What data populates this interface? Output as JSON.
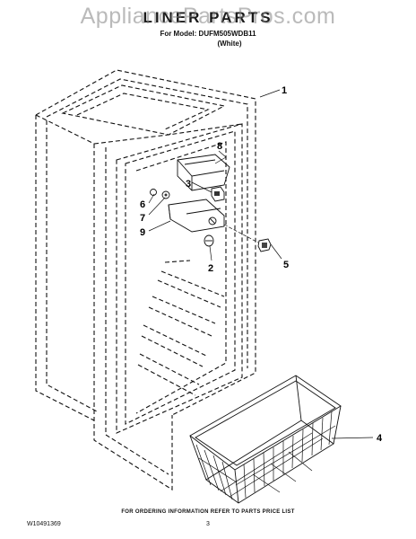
{
  "header": {
    "watermark": "AppliancePartsPros.com",
    "title": "LINER PARTS",
    "model_line": "For Model: DUFM505WDB11",
    "variant": "(White)"
  },
  "diagram": {
    "callouts": [
      "1",
      "2",
      "3",
      "4",
      "5",
      "6",
      "7",
      "8",
      "9"
    ]
  },
  "footer": {
    "ordering_note": "FOR ORDERING INFORMATION REFER TO PARTS PRICE LIST",
    "doc_number": "W10491369",
    "page_number": "3"
  }
}
